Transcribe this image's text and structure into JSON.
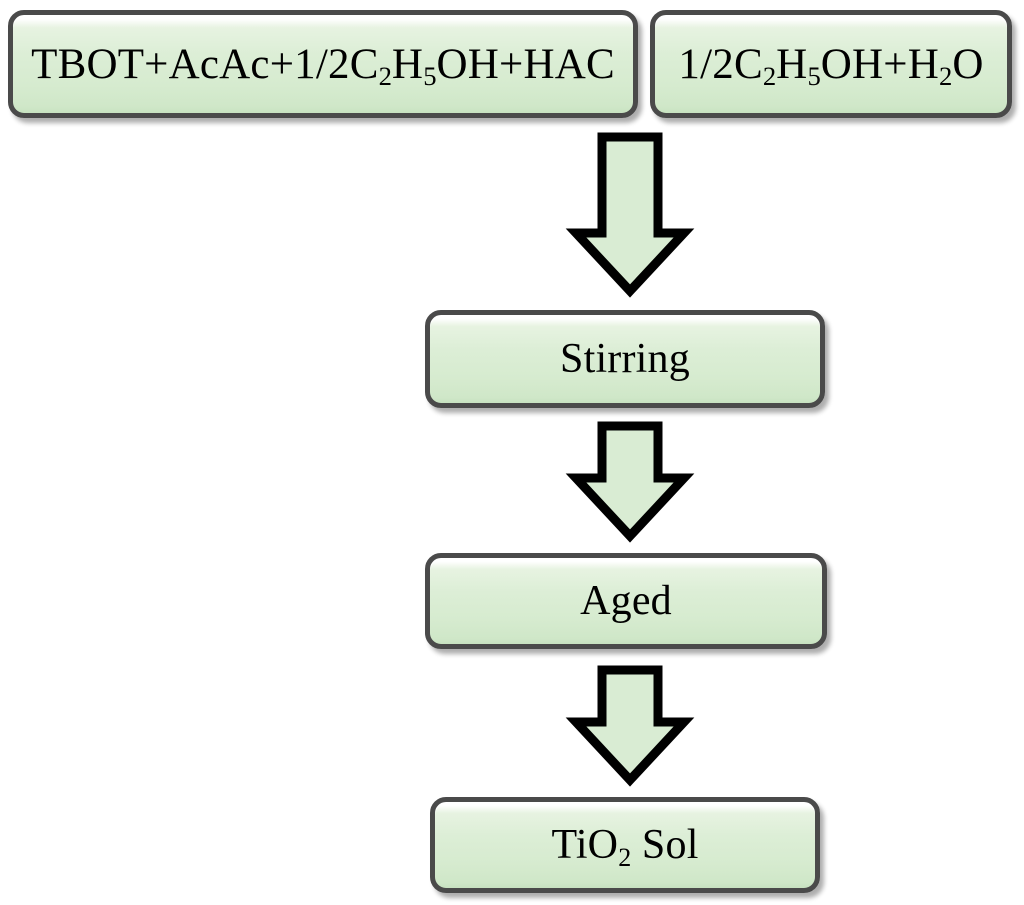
{
  "diagram": {
    "title": "TiO2 sol preparation flowchart",
    "background_color": "#ffffff",
    "node_fill_color": "#d9ecd3",
    "node_border_color": "#4a4a4a",
    "arrow_fill_color": "#d9ecd3",
    "arrow_outline_color": "#000000",
    "text_color": "#000000"
  },
  "nodes": {
    "precursor": {
      "id": "precursor-box",
      "text": "TBOT+AcAc+1/2C2H5OH+HAC",
      "parts": [
        {
          "t": "TBOT+AcAc+1/2C"
        },
        {
          "sub": "2"
        },
        {
          "t": "H"
        },
        {
          "sub": "5"
        },
        {
          "t": "OH+HAC"
        }
      ]
    },
    "solvent": {
      "id": "solvent-box",
      "text": "1/2C2H5OH+H2O",
      "parts": [
        {
          "t": "1/2C"
        },
        {
          "sub": "2"
        },
        {
          "t": "H"
        },
        {
          "sub": "5"
        },
        {
          "t": "OH+H"
        },
        {
          "sub": "2"
        },
        {
          "t": "O"
        }
      ]
    },
    "stirring": {
      "id": "stirring-box",
      "text": "Stirring",
      "parts": [
        {
          "t": "Stirring"
        }
      ]
    },
    "aged": {
      "id": "aged-box",
      "text": "Aged",
      "parts": [
        {
          "t": "Aged"
        }
      ]
    },
    "sol": {
      "id": "sol-box",
      "text": "TiO2 Sol",
      "parts": [
        {
          "t": "TiO"
        },
        {
          "sub": "2"
        },
        {
          "t": " Sol"
        }
      ]
    }
  },
  "arrows": [
    {
      "id": "arrow-mix-to-stirring",
      "name": "arrow-down-mix-to-stirring",
      "from": "precursor / solvent",
      "to": "stirring",
      "direction": "down"
    },
    {
      "id": "arrow-stirring-to-aged",
      "name": "arrow-down-stirring-to-aged",
      "from": "stirring",
      "to": "aged",
      "direction": "down"
    },
    {
      "id": "arrow-aged-to-sol",
      "name": "arrow-down-aged-to-sol",
      "from": "aged",
      "to": "sol",
      "direction": "down"
    }
  ]
}
